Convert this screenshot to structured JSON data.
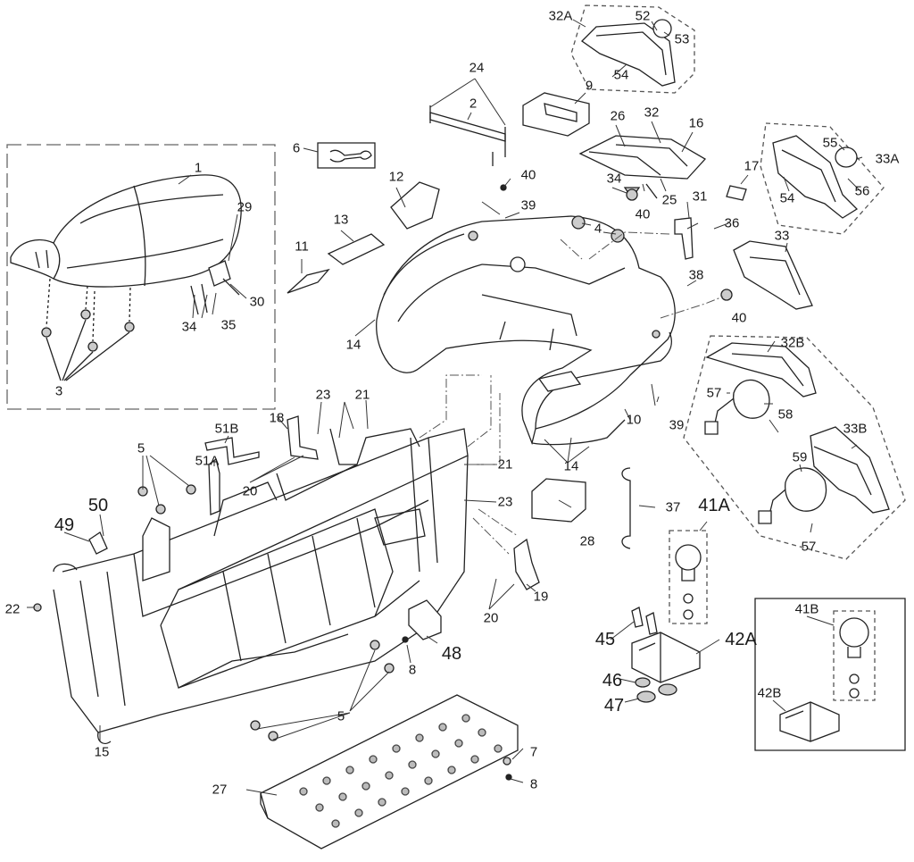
{
  "callouts": [
    "1",
    "2",
    "3",
    "4",
    "5",
    "5",
    "5",
    "6",
    "7",
    "8",
    "8",
    "9",
    "10",
    "11",
    "12",
    "13",
    "14",
    "14",
    "14",
    "15",
    "16",
    "17",
    "18",
    "19",
    "20",
    "20",
    "21",
    "21",
    "22",
    "23",
    "23",
    "24",
    "25",
    "26",
    "27",
    "28",
    "29",
    "30",
    "31",
    "32",
    "32A",
    "32B",
    "33",
    "33A",
    "33B",
    "34",
    "34",
    "35",
    "36",
    "37",
    "38",
    "39",
    "39",
    "40",
    "40",
    "40",
    "41A",
    "41B",
    "42A",
    "42B",
    "45",
    "46",
    "47",
    "48",
    "49",
    "50",
    "51A",
    "51B",
    "52",
    "53",
    "54",
    "54",
    "55",
    "56",
    "57",
    "57",
    "58",
    "59"
  ],
  "colors": {
    "line": "#222222",
    "fill": "#ffffff",
    "shade": "#d9d9d9",
    "dash": "#555555"
  }
}
